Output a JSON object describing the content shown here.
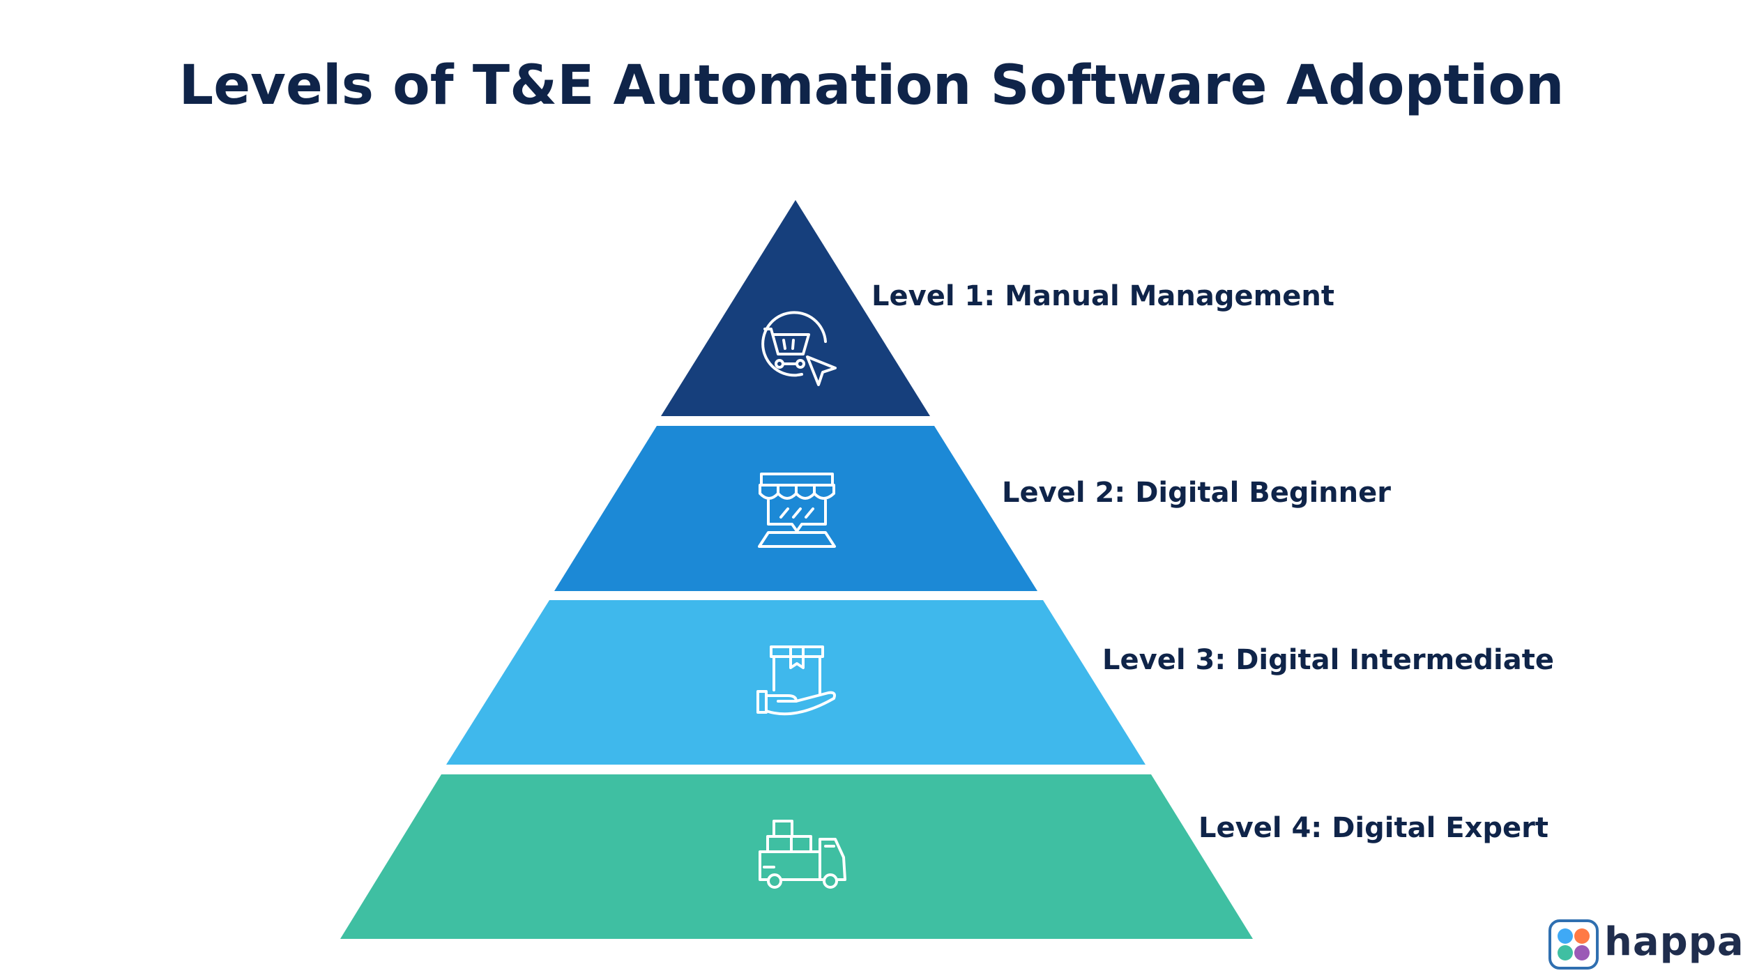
{
  "title": "Levels of T&E Automation Software Adoption",
  "levels": [
    {
      "label": "Level 1: Manual Management",
      "color": "#163f7c",
      "icon": "shopping-cart-cursor-icon"
    },
    {
      "label": "Level 2: Digital Beginner",
      "color": "#1c89d6",
      "icon": "storefront-icon"
    },
    {
      "label": "Level 3: Digital Intermediate",
      "color": "#3fb8ec",
      "icon": "box-on-hand-icon"
    },
    {
      "label": "Level 4: Digital Expert",
      "color": "#3fbfa2",
      "icon": "delivery-truck-icon"
    }
  ],
  "brand": {
    "name": "happay",
    "colors": [
      "#3fa9f5",
      "#ff7a45",
      "#3fbfa2",
      "#9b59b6"
    ]
  }
}
